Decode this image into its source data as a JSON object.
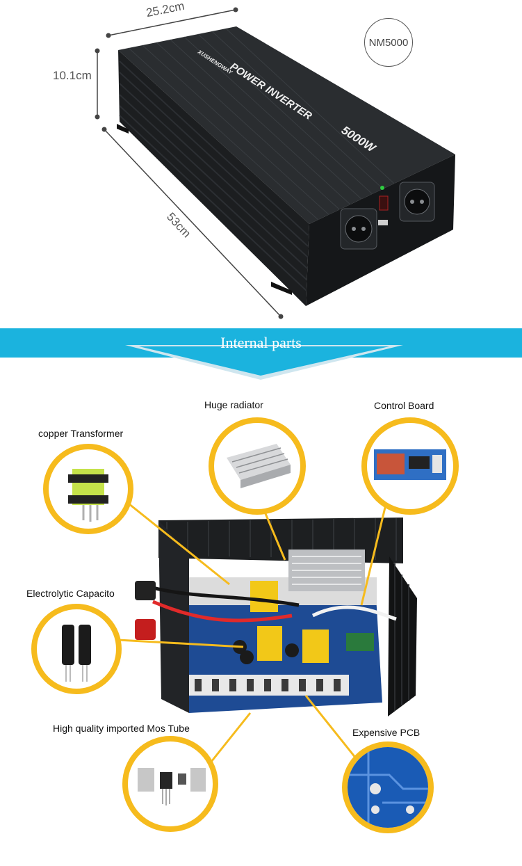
{
  "product": {
    "brand": "XUSHENGWAY",
    "title": "POWER INVERTER",
    "power_rating": "5000W",
    "model_badge": "NM5000",
    "dimensions": {
      "width": "25.2cm",
      "height": "10.1cm",
      "length": "53cm"
    }
  },
  "section": {
    "title": "Internal parts"
  },
  "parts": [
    {
      "label": "Huge radiator"
    },
    {
      "label": "Control Board"
    },
    {
      "label": "copper  Transformer"
    },
    {
      "label": "Electrolytic Capacito"
    },
    {
      "label": "High quality imported Mos Tube"
    },
    {
      "label": "Expensive PCB"
    }
  ],
  "colors": {
    "accent_banner": "#1bb3de",
    "callout_ring": "#f6bb1d",
    "device_body": "#1c1e20"
  }
}
